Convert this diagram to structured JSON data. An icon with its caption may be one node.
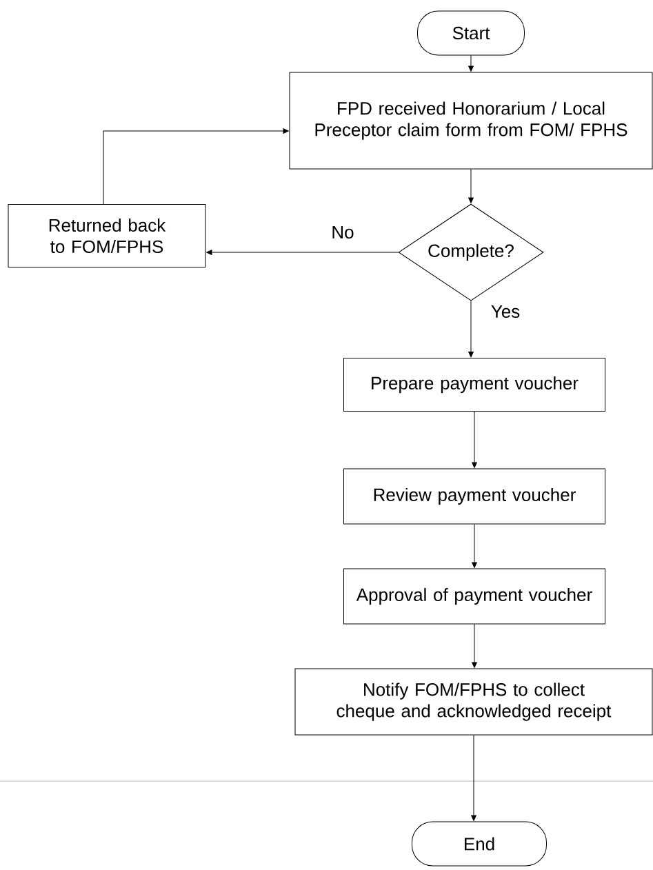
{
  "diagram": {
    "nodes": [
      {
        "text": [
          "Start"
        ]
      },
      {
        "text": [
          "FPD received Honorarium / Local Preceptor claim form from FOM/ FPHS"
        ]
      },
      {
        "text": [
          "Complete?"
        ]
      },
      {
        "text": [
          "Returned back to FOM/FPHS"
        ]
      },
      {
        "text": [
          "Prepare payment voucher"
        ]
      },
      {
        "text": [
          "Review payment voucher"
        ]
      },
      {
        "text": [
          "Approval of payment voucher"
        ]
      },
      {
        "text": [
          "Notify FOM/FPHS to collect cheque and acknowledged receipt"
        ]
      },
      {
        "text": [
          "End"
        ]
      }
    ],
    "edges": [
      {
        "from": 0,
        "to": 1,
        "arrow": "to"
      },
      {
        "from": 1,
        "to": 2,
        "arrow": "to"
      },
      {
        "from": 2,
        "to": 3,
        "arrow": "to",
        "label": "No"
      },
      {
        "from": 3,
        "to": 1,
        "arrow": "to"
      },
      {
        "from": 2,
        "to": 4,
        "arrow": "to",
        "label": "Yes"
      },
      {
        "from": 4,
        "to": 5,
        "arrow": "to"
      },
      {
        "from": 5,
        "to": 6,
        "arrow": "to"
      },
      {
        "from": 6,
        "to": 7,
        "arrow": "to"
      },
      {
        "from": 7,
        "to": 8,
        "arrow": "to"
      }
    ]
  }
}
